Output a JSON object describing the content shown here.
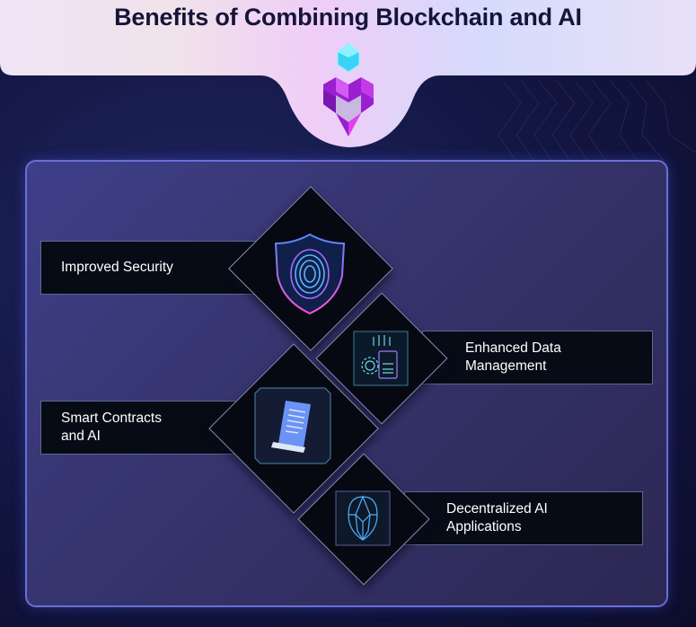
{
  "title": "Benefits of Combining Blockchain and AI",
  "benefits": [
    {
      "label": "Improved Security",
      "icon": "fingerprint-shield-icon"
    },
    {
      "label": "Enhanced Data\nManagement",
      "icon": "data-management-icon"
    },
    {
      "label": "Smart Contracts\nand AI",
      "icon": "scroll-contract-icon"
    },
    {
      "label": "Decentralized AI\nApplications",
      "icon": "face-scan-icon"
    }
  ],
  "colors": {
    "accent": "#6a6fd6",
    "dark": "#070b16",
    "cyan": "#4fd8ff",
    "magenta": "#c02cf0"
  }
}
